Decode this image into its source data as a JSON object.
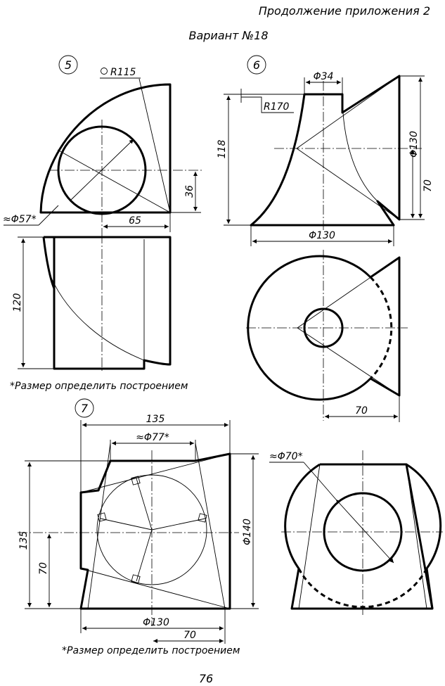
{
  "header": {
    "continuation": "Продолжение приложения 2",
    "variant": "Вариант №18"
  },
  "figures": {
    "fig5": {
      "number": "5",
      "radius_label": "R115",
      "diameter_label": "≈Φ57*",
      "dim_36": "36",
      "dim_65": "65",
      "dim_120": "120"
    },
    "fig6": {
      "number": "6",
      "dim_phi34": "Φ34",
      "radius_label": "R170",
      "dim_118": "118",
      "dim_phi130_vertical": "Φ130",
      "dim_70_vertical": "70",
      "dim_phi130_horizontal": "Φ130",
      "dim_70_horizontal": "70"
    },
    "fig7": {
      "number": "7",
      "dim_135_top": "135",
      "dim_phi77": "≈Φ77*",
      "dim_135_left": "135",
      "dim_70_left": "70",
      "dim_phi140": "Φ140",
      "dim_phi130": "Φ130",
      "dim_70_bottom": "70",
      "dim_phi70": "≈Φ70*"
    }
  },
  "notes": {
    "note_top": "*Размер определить построением",
    "note_bottom": "*Размер определить построением"
  },
  "page_number": "76"
}
